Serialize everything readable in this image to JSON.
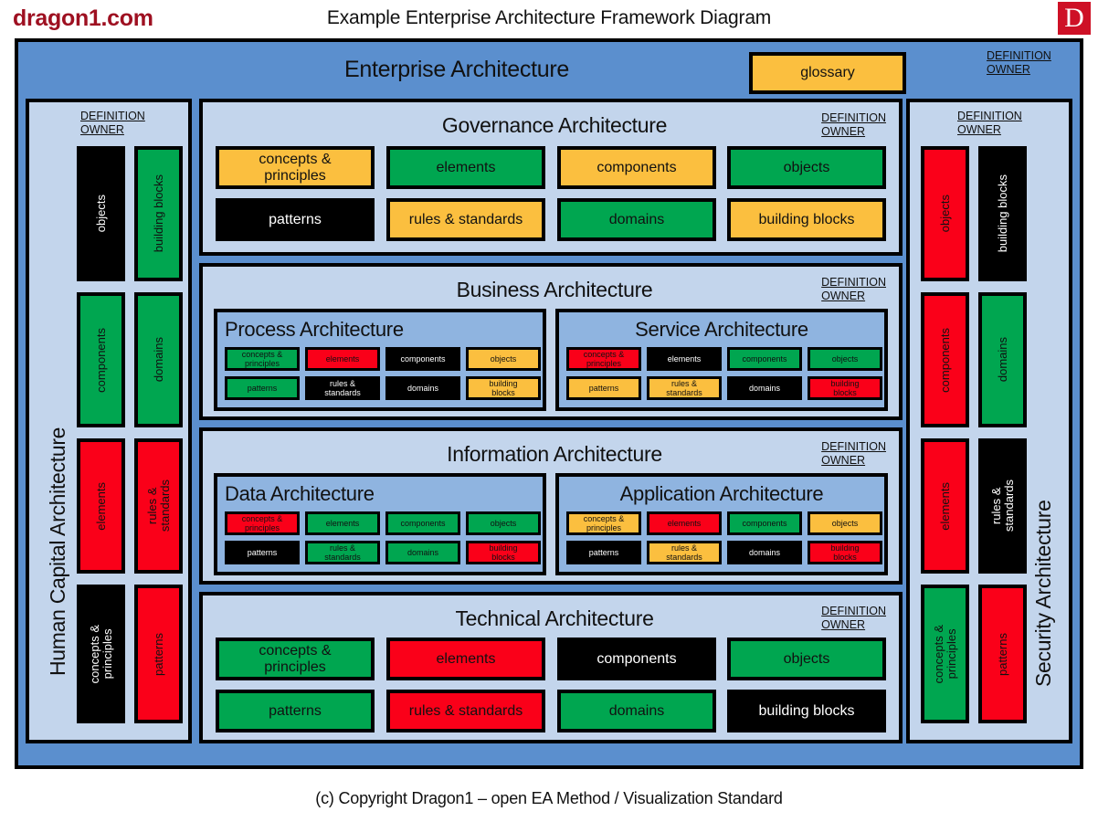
{
  "header": {
    "brand": "dragon1.com",
    "title": "Example Enterprise Architecture Framework Diagram",
    "logo_letter": "D"
  },
  "footer": {
    "text": "(c) Copyright Dragon1 – open EA Method / Visualization  Standard"
  },
  "labels": {
    "definition": "DEFINITION",
    "owner": "OWNER"
  },
  "colors": {
    "frame_blue": "#5B8FCE",
    "panel_blue": "#C3D5EC",
    "subpanel_blue": "#8FB4E0",
    "green": "#00A650",
    "red": "#FA0019",
    "amber": "#FBBF3F",
    "black": "#000000",
    "brand_red": "#9E1021",
    "logo_red": "#CE1126"
  },
  "enterprise": {
    "title": "Enterprise Architecture",
    "glossary_label": "glossary"
  },
  "layers": [
    {
      "key": "governance",
      "title": "Governance Architecture",
      "tiles": [
        {
          "label": "concepts &\nprinciples",
          "color": "amber"
        },
        {
          "label": "elements",
          "color": "green"
        },
        {
          "label": "components",
          "color": "amber"
        },
        {
          "label": "objects",
          "color": "green"
        },
        {
          "label": "patterns",
          "color": "black"
        },
        {
          "label": "rules & standards",
          "color": "amber"
        },
        {
          "label": "domains",
          "color": "green"
        },
        {
          "label": "building blocks",
          "color": "amber"
        }
      ]
    },
    {
      "key": "business",
      "title": "Business Architecture",
      "subpanels": [
        {
          "key": "process",
          "title": "Process Architecture",
          "align": "left",
          "tiles": [
            {
              "label": "concepts &\nprinciples",
              "color": "green"
            },
            {
              "label": "elements",
              "color": "red"
            },
            {
              "label": "components",
              "color": "black"
            },
            {
              "label": "objects",
              "color": "amber"
            },
            {
              "label": "patterns",
              "color": "green"
            },
            {
              "label": "rules &\nstandards",
              "color": "black"
            },
            {
              "label": "domains",
              "color": "black"
            },
            {
              "label": "building\nblocks",
              "color": "amber"
            }
          ]
        },
        {
          "key": "service",
          "title": "Service Architecture",
          "align": "center",
          "tiles": [
            {
              "label": "concepts &\nprinciples",
              "color": "red"
            },
            {
              "label": "elements",
              "color": "black"
            },
            {
              "label": "components",
              "color": "green"
            },
            {
              "label": "objects",
              "color": "green"
            },
            {
              "label": "patterns",
              "color": "amber"
            },
            {
              "label": "rules &\nstandards",
              "color": "amber"
            },
            {
              "label": "domains",
              "color": "black"
            },
            {
              "label": "building\nblocks",
              "color": "red"
            }
          ]
        }
      ]
    },
    {
      "key": "information",
      "title": "Information Architecture",
      "subpanels": [
        {
          "key": "data",
          "title": "Data Architecture",
          "align": "left",
          "tiles": [
            {
              "label": "concepts &\nprinciples",
              "color": "red"
            },
            {
              "label": "elements",
              "color": "green"
            },
            {
              "label": "components",
              "color": "green"
            },
            {
              "label": "objects",
              "color": "green"
            },
            {
              "label": "patterns",
              "color": "black"
            },
            {
              "label": "rules &\nstandards",
              "color": "green"
            },
            {
              "label": "domains",
              "color": "green"
            },
            {
              "label": "building\nblocks",
              "color": "red"
            }
          ]
        },
        {
          "key": "application",
          "title": "Application Architecture",
          "align": "center",
          "tiles": [
            {
              "label": "concepts &\nprinciples",
              "color": "amber"
            },
            {
              "label": "elements",
              "color": "red"
            },
            {
              "label": "components",
              "color": "green"
            },
            {
              "label": "objects",
              "color": "amber"
            },
            {
              "label": "patterns",
              "color": "black"
            },
            {
              "label": "rules &\nstandards",
              "color": "amber"
            },
            {
              "label": "domains",
              "color": "black"
            },
            {
              "label": "building\nblocks",
              "color": "red"
            }
          ]
        }
      ]
    },
    {
      "key": "technical",
      "title": "Technical Architecture",
      "tiles": [
        {
          "label": "concepts &\nprinciples",
          "color": "green"
        },
        {
          "label": "elements",
          "color": "red"
        },
        {
          "label": "components",
          "color": "black"
        },
        {
          "label": "objects",
          "color": "green"
        },
        {
          "label": "patterns",
          "color": "green"
        },
        {
          "label": "rules & standards",
          "color": "red"
        },
        {
          "label": "domains",
          "color": "green"
        },
        {
          "label": "building blocks",
          "color": "black"
        }
      ]
    }
  ],
  "sidecolumns": [
    {
      "key": "human-capital",
      "title": "Human Capital Architecture",
      "side": "left",
      "tiles": [
        {
          "label": "objects",
          "color": "black"
        },
        {
          "label": "building blocks",
          "color": "green"
        },
        {
          "label": "components",
          "color": "green"
        },
        {
          "label": "domains",
          "color": "green"
        },
        {
          "label": "elements",
          "color": "red"
        },
        {
          "label": "rules &\nstandards",
          "color": "red"
        },
        {
          "label": "concepts &\nprinciples",
          "color": "black"
        },
        {
          "label": "patterns",
          "color": "red"
        }
      ]
    },
    {
      "key": "security",
      "title": "Security Architecture",
      "side": "right",
      "tiles": [
        {
          "label": "objects",
          "color": "red"
        },
        {
          "label": "building blocks",
          "color": "black"
        },
        {
          "label": "components",
          "color": "red"
        },
        {
          "label": "domains",
          "color": "green"
        },
        {
          "label": "elements",
          "color": "red"
        },
        {
          "label": "rules &\nstandards",
          "color": "black"
        },
        {
          "label": "concepts &\nprinciples",
          "color": "green"
        },
        {
          "label": "patterns",
          "color": "red"
        }
      ]
    }
  ]
}
